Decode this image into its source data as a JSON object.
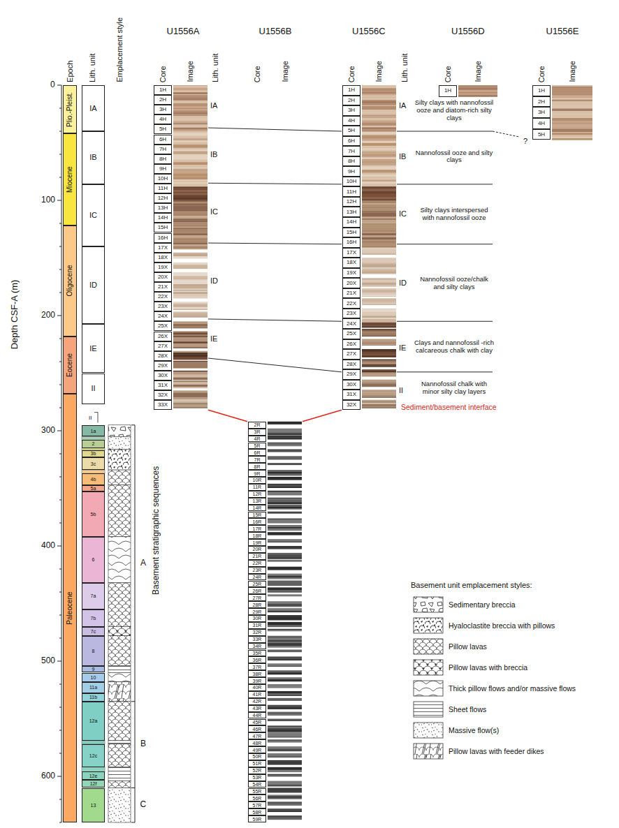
{
  "diagram": {
    "nodes": [
      {
        "text": [
          "Plio.-Pleist."
        ]
      },
      {
        "text": [
          "Miocene"
        ]
      },
      {
        "text": [
          "Oligocene"
        ]
      },
      {
        "text": [
          "Eocene"
        ]
      },
      {
        "text": [
          "Paleocene"
        ]
      },
      {
        "text": [
          "IA"
        ]
      },
      {
        "text": [
          "IB"
        ]
      },
      {
        "text": [
          "IC"
        ]
      },
      {
        "text": [
          "ID"
        ]
      },
      {
        "text": [
          "IE"
        ]
      },
      {
        "text": [
          "II"
        ]
      },
      {
        "text": [
          "1a"
        ]
      },
      {
        "text": [
          "2"
        ]
      },
      {
        "text": [
          "3b"
        ]
      },
      {
        "text": [
          "3c"
        ]
      },
      {
        "text": [
          "4b"
        ]
      },
      {
        "text": [
          "5a"
        ]
      },
      {
        "text": [
          "5b"
        ]
      },
      {
        "text": [
          "6"
        ]
      },
      {
        "text": [
          "7a"
        ]
      },
      {
        "text": [
          "7b"
        ]
      },
      {
        "text": [
          "7c"
        ]
      },
      {
        "text": [
          "8"
        ]
      },
      {
        "text": [
          "9"
        ]
      },
      {
        "text": [
          "10"
        ]
      },
      {
        "text": [
          "11a"
        ]
      },
      {
        "text": [
          "11b"
        ]
      },
      {
        "text": [
          "12a"
        ]
      },
      {
        "text": [
          "12c"
        ]
      },
      {
        "text": [
          "12e"
        ]
      },
      {
        "text": [
          "12f"
        ]
      },
      {
        "text": [
          "13"
        ]
      },
      {
        "text": [
          "1H"
        ]
      },
      {
        "text": [
          "2H"
        ]
      },
      {
        "text": [
          "3H"
        ]
      },
      {
        "text": [
          "4H"
        ]
      },
      {
        "text": [
          "5H"
        ]
      },
      {
        "text": [
          "6H"
        ]
      },
      {
        "text": [
          "7H"
        ]
      },
      {
        "text": [
          "8H"
        ]
      },
      {
        "text": [
          "9H"
        ]
      },
      {
        "text": [
          "10H"
        ]
      },
      {
        "text": [
          "11H"
        ]
      },
      {
        "text": [
          "12H"
        ]
      },
      {
        "text": [
          "13H"
        ]
      },
      {
        "text": [
          "14H"
        ]
      },
      {
        "text": [
          "15H"
        ]
      },
      {
        "text": [
          "16H"
        ]
      },
      {
        "text": [
          "17X"
        ]
      },
      {
        "text": [
          "18X"
        ]
      },
      {
        "text": [
          "19X"
        ]
      },
      {
        "text": [
          "20X"
        ]
      },
      {
        "text": [
          "21X"
        ]
      },
      {
        "text": [
          "22X"
        ]
      },
      {
        "text": [
          "23X"
        ]
      },
      {
        "text": [
          "24X"
        ]
      },
      {
        "text": [
          "25X"
        ]
      },
      {
        "text": [
          "26X"
        ]
      },
      {
        "text": [
          "27X"
        ]
      },
      {
        "text": [
          "28X"
        ]
      },
      {
        "text": [
          "29X"
        ]
      },
      {
        "text": [
          "30X"
        ]
      },
      {
        "text": [
          "31X"
        ]
      },
      {
        "text": [
          "32X"
        ]
      },
      {
        "text": [
          "33X"
        ]
      },
      {
        "text": [
          "2R"
        ]
      },
      {
        "text": [
          "3R"
        ]
      },
      {
        "text": [
          "4R"
        ]
      },
      {
        "text": [
          "5R"
        ]
      },
      {
        "text": [
          "6R"
        ]
      },
      {
        "text": [
          "7R"
        ]
      },
      {
        "text": [
          "8R"
        ]
      },
      {
        "text": [
          "9R"
        ]
      },
      {
        "text": [
          "10R"
        ]
      },
      {
        "text": [
          "11R"
        ]
      },
      {
        "text": [
          "12R"
        ]
      },
      {
        "text": [
          "13R"
        ]
      },
      {
        "text": [
          "14R"
        ]
      },
      {
        "text": [
          "15R"
        ]
      },
      {
        "text": [
          "16R"
        ]
      },
      {
        "text": [
          "17R"
        ]
      },
      {
        "text": [
          "18R"
        ]
      },
      {
        "text": [
          "19R"
        ]
      },
      {
        "text": [
          "20R"
        ]
      },
      {
        "text": [
          "21R"
        ]
      },
      {
        "text": [
          "22R"
        ]
      },
      {
        "text": [
          "23R"
        ]
      },
      {
        "text": [
          "24R"
        ]
      },
      {
        "text": [
          "25R"
        ]
      },
      {
        "text": [
          "26R"
        ]
      },
      {
        "text": [
          "27R"
        ]
      },
      {
        "text": [
          "28R"
        ]
      },
      {
        "text": [
          "29R"
        ]
      },
      {
        "text": [
          "30R"
        ]
      },
      {
        "text": [
          "31R"
        ]
      },
      {
        "text": [
          "32R"
        ]
      },
      {
        "text": [
          "33R"
        ]
      },
      {
        "text": [
          "34R"
        ]
      },
      {
        "text": [
          "35R"
        ]
      },
      {
        "text": [
          "36R"
        ]
      },
      {
        "text": [
          "37R"
        ]
      },
      {
        "text": [
          "38R"
        ]
      },
      {
        "text": [
          "39R"
        ]
      },
      {
        "text": [
          "40R"
        ]
      },
      {
        "text": [
          "41R"
        ]
      },
      {
        "text": [
          "42R"
        ]
      },
      {
        "text": [
          "43R"
        ]
      },
      {
        "text": [
          "44R"
        ]
      },
      {
        "text": [
          "45R"
        ]
      },
      {
        "text": [
          "46R"
        ]
      },
      {
        "text": [
          "47R"
        ]
      },
      {
        "text": [
          "48R"
        ]
      },
      {
        "text": [
          "49R"
        ]
      },
      {
        "text": [
          "50R"
        ]
      },
      {
        "text": [
          "51R"
        ]
      },
      {
        "text": [
          "52R"
        ]
      },
      {
        "text": [
          "53R"
        ]
      },
      {
        "text": [
          "54R"
        ]
      },
      {
        "text": [
          "55R"
        ]
      },
      {
        "text": [
          "56R"
        ]
      },
      {
        "text": [
          "57R"
        ]
      },
      {
        "text": [
          "58R"
        ]
      },
      {
        "text": [
          "59R"
        ]
      },
      {
        "text": [
          "1H"
        ]
      },
      {
        "text": [
          "2H"
        ]
      },
      {
        "text": [
          "3H"
        ]
      },
      {
        "text": [
          "4H"
        ]
      },
      {
        "text": [
          "5H"
        ]
      },
      {
        "text": [
          "6H"
        ]
      },
      {
        "text": [
          "7H"
        ]
      },
      {
        "text": [
          "8H"
        ]
      },
      {
        "text": [
          "9H"
        ]
      },
      {
        "text": [
          "10H"
        ]
      },
      {
        "text": [
          "11H"
        ]
      },
      {
        "text": [
          "12H"
        ]
      },
      {
        "text": [
          "13H"
        ]
      },
      {
        "text": [
          "14H"
        ]
      },
      {
        "text": [
          "15H"
        ]
      },
      {
        "text": [
          "16H"
        ]
      },
      {
        "text": [
          "17X"
        ]
      },
      {
        "text": [
          "18X"
        ]
      },
      {
        "text": [
          "19X"
        ]
      },
      {
        "text": [
          "20X"
        ]
      },
      {
        "text": [
          "21X"
        ]
      },
      {
        "text": [
          "22X"
        ]
      },
      {
        "text": [
          "23X"
        ]
      },
      {
        "text": [
          "24X"
        ]
      },
      {
        "text": [
          "25X"
        ]
      },
      {
        "text": [
          "26X"
        ]
      },
      {
        "text": [
          "27X"
        ]
      },
      {
        "text": [
          "28X"
        ]
      },
      {
        "text": [
          "29X"
        ]
      },
      {
        "text": [
          "30X"
        ]
      },
      {
        "text": [
          "31X"
        ]
      },
      {
        "text": [
          "32X"
        ]
      },
      {
        "text": [
          "1H"
        ]
      },
      {
        "text": [
          "1H"
        ]
      },
      {
        "text": [
          "2H"
        ]
      },
      {
        "text": [
          "3H"
        ]
      },
      {
        "text": [
          "4H"
        ]
      },
      {
        "text": [
          "5H"
        ]
      }
    ],
    "labels": [
      "Epoch",
      "Lith. unit",
      "Emplacement style",
      "U1556A",
      "Core",
      "Image",
      "Lith. unit",
      "U1556B",
      "Core",
      "Image",
      "U1556C",
      "Core",
      "Image",
      "Lith. unit",
      "U1556D",
      "Core",
      "Image",
      "U1556E",
      "Core",
      "Image",
      "Depth CSF-A (m)",
      "0",
      "100",
      "200",
      "300",
      "400",
      "500",
      "600",
      "IA",
      "IB",
      "IC",
      "ID",
      "IE",
      "IA",
      "IB",
      "IC",
      "ID",
      "IE",
      "II",
      "Silty clays with nannofossil ooze and diatom-rich silty clays",
      "Nannofossil ooze and silty clays",
      "Silty clays interspersed with nannofossil ooze",
      "Nannofossil ooze/chalk and silty clays",
      "Clays and nannofossil -rich calcareous chalk with clay",
      "Nannofossil chalk with minor silty clay layers",
      "Sediment/basement interface",
      "?",
      "II",
      "A",
      "B",
      "C",
      "Basement stratigraphic sequences",
      "Basement unit emplacement styles:"
    ],
    "legend": [
      {
        "text": "Sedimentary breccia"
      },
      {
        "text": "Hyaloclastite breccia with pillows"
      },
      {
        "text": "Pillow lavas"
      },
      {
        "text": "Pillow lavas with breccia"
      },
      {
        "text": "Thick pillow flows and/or massive flows"
      },
      {
        "text": "Sheet flows"
      },
      {
        "text": "Massive flow(s)"
      },
      {
        "text": "Pillow lavas with feeder dikes"
      }
    ]
  }
}
